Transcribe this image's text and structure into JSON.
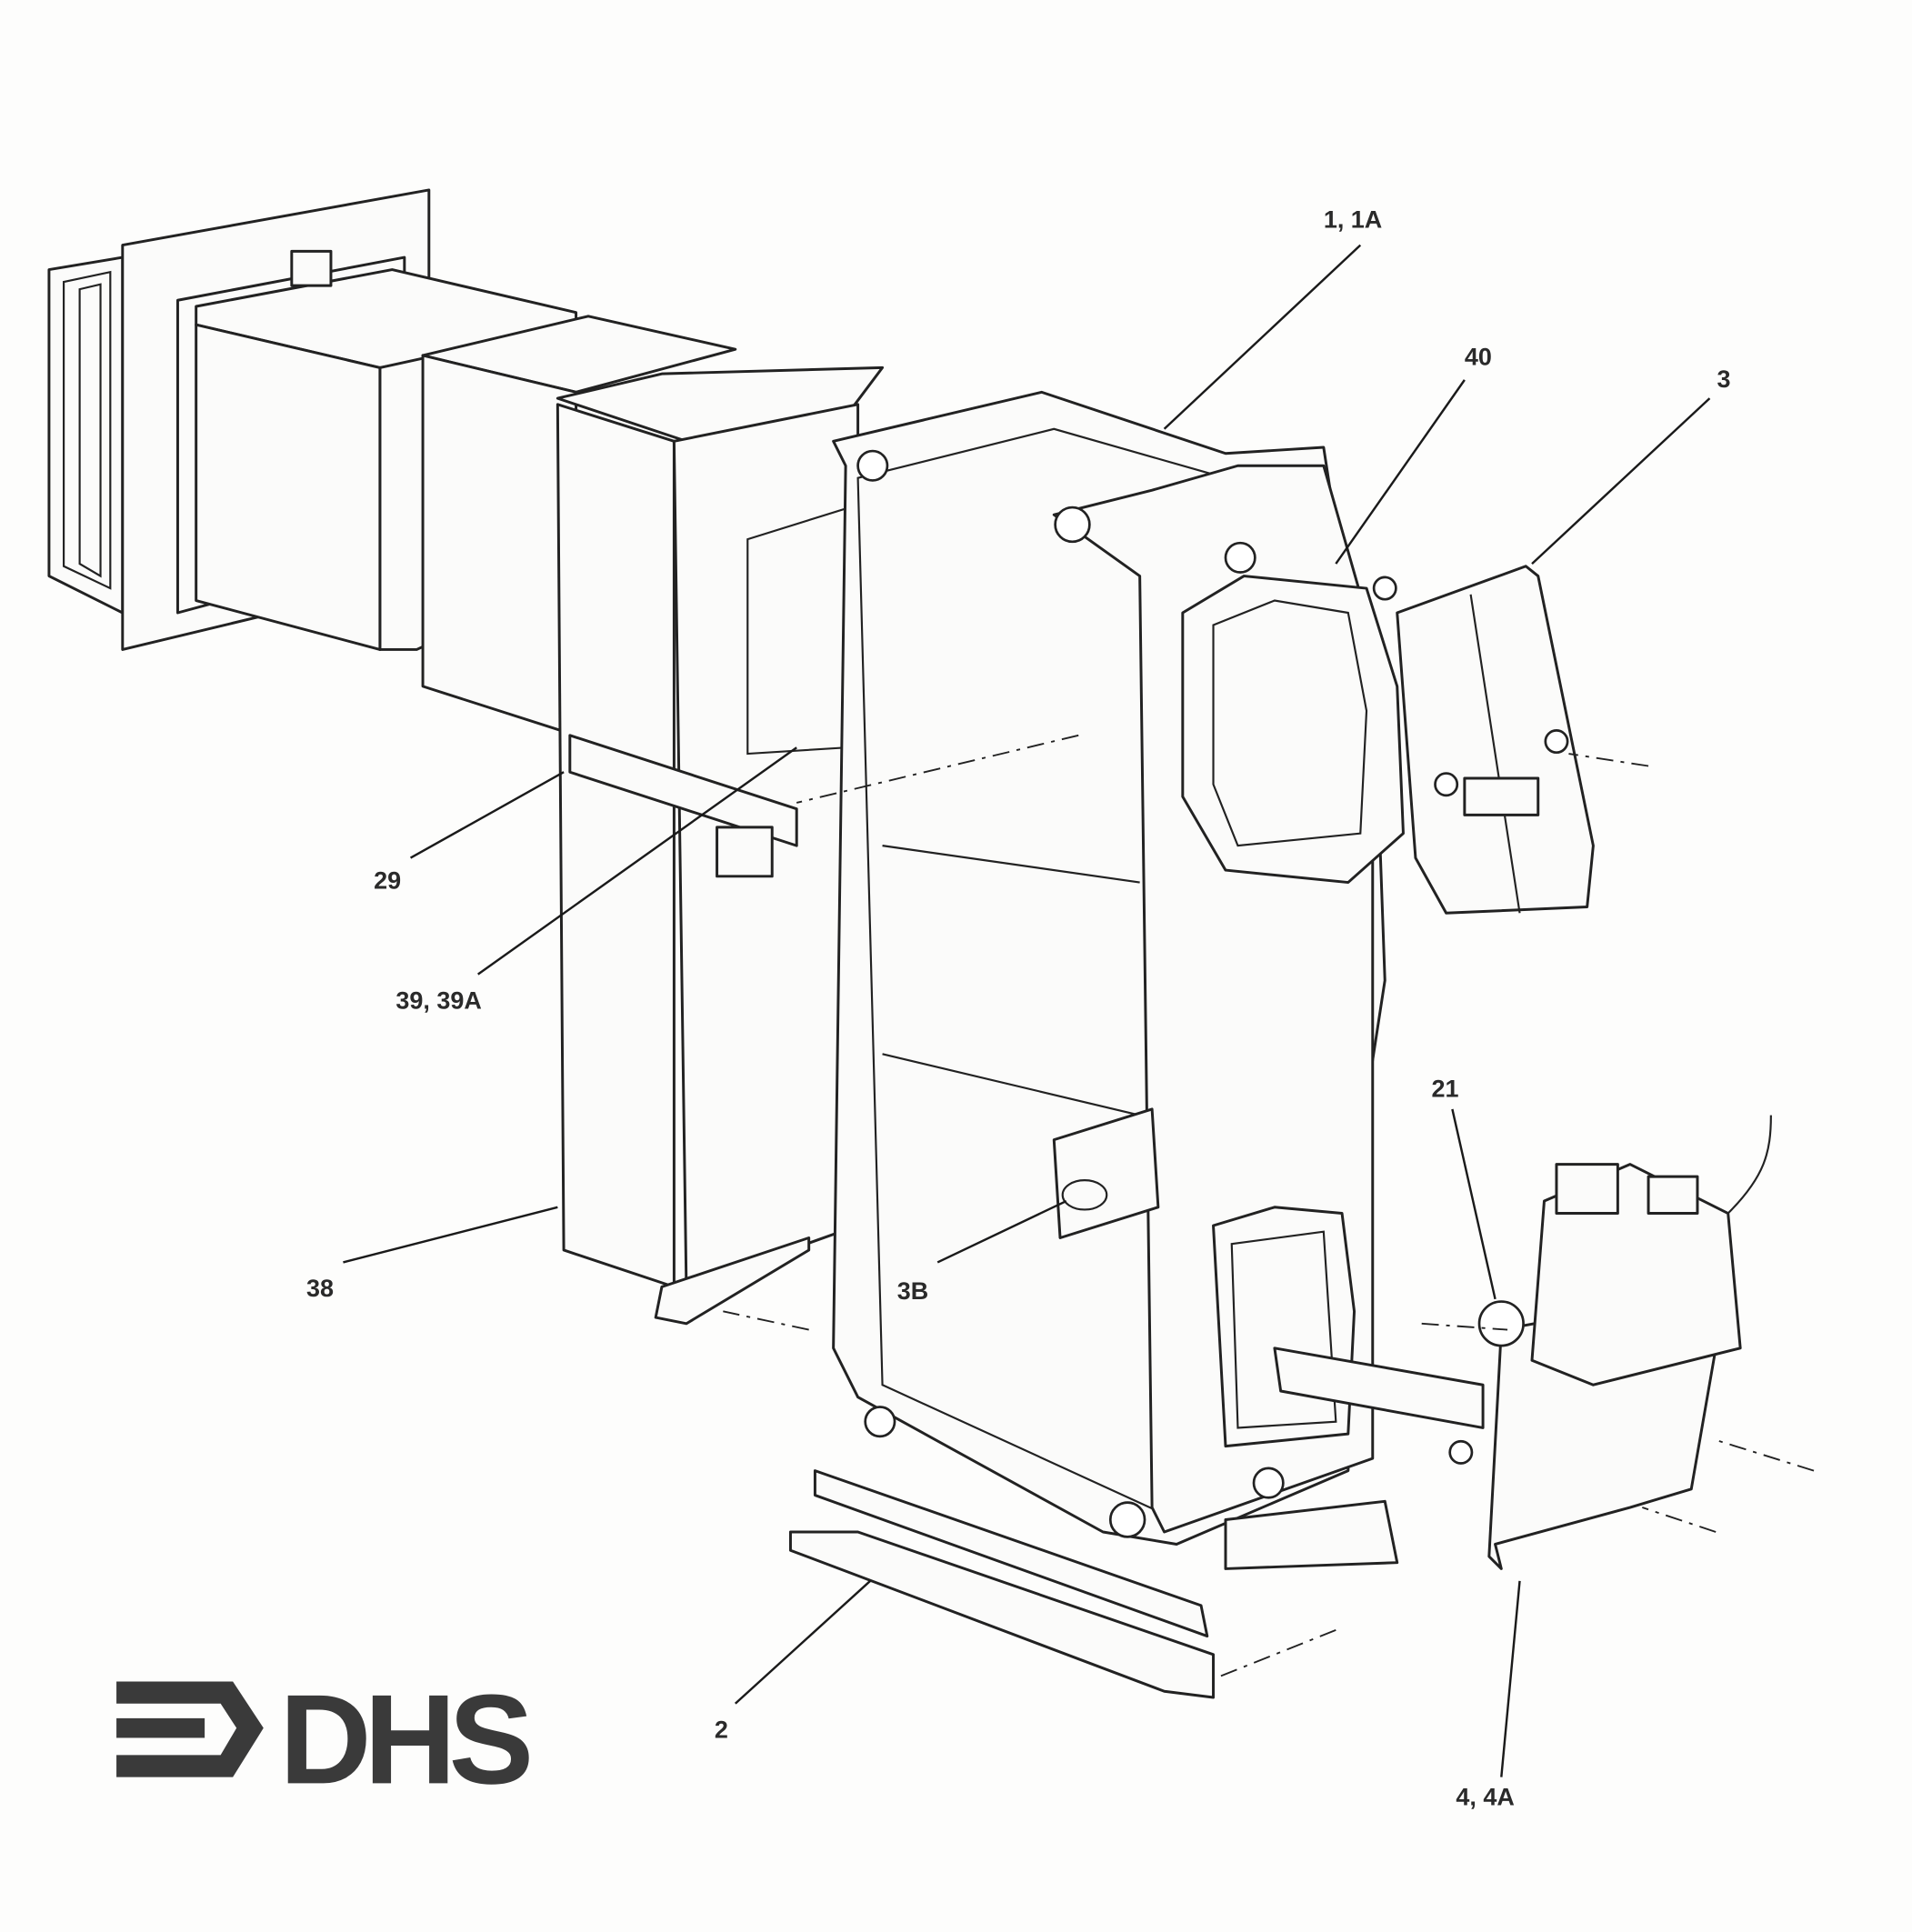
{
  "diagram": {
    "type": "exploded parts diagram",
    "labels": {
      "main_body": "1, 1A",
      "part_40": "40",
      "part_3": "3",
      "part_29": "29",
      "part_39": "39, 39A",
      "part_38": "38",
      "part_3b": "3B",
      "part_21": "21",
      "part_2": "2",
      "part_4": "4, 4A"
    },
    "logo": "DHS"
  }
}
